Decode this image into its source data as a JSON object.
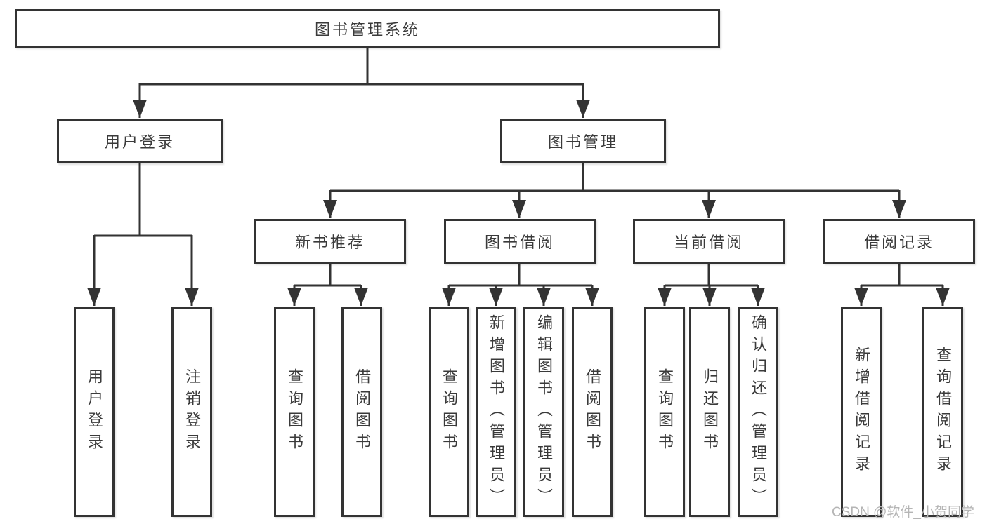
{
  "tree": {
    "label": "图书管理系统",
    "children": [
      {
        "label": "用户登录",
        "children": [
          {
            "label": "用户登录"
          },
          {
            "label": "注销登录"
          }
        ]
      },
      {
        "label": "图书管理",
        "children": [
          {
            "label": "新书推荐",
            "children": [
              {
                "label": "查询图书"
              },
              {
                "label": "借阅图书"
              }
            ]
          },
          {
            "label": "图书借阅",
            "children": [
              {
                "label": "查询图书"
              },
              {
                "label": "新增图书（管理员）"
              },
              {
                "label": "编辑图书（管理员）"
              },
              {
                "label": "借阅图书"
              }
            ]
          },
          {
            "label": "当前借阅",
            "children": [
              {
                "label": "查询图书"
              },
              {
                "label": "归还图书"
              },
              {
                "label": "确认归还（管理员）"
              }
            ]
          },
          {
            "label": "借阅记录",
            "children": [
              {
                "label": "新增借阅记录"
              },
              {
                "label": "查询借阅记录"
              }
            ]
          }
        ]
      }
    ]
  },
  "watermark": {
    "text": "CSDN @软件_小贺同学"
  },
  "colors": {
    "line": "#333333",
    "text": "#3a3a3a",
    "box_background": "#ffffff",
    "watermark": "#b5b5b5",
    "background": "#ffffff"
  }
}
